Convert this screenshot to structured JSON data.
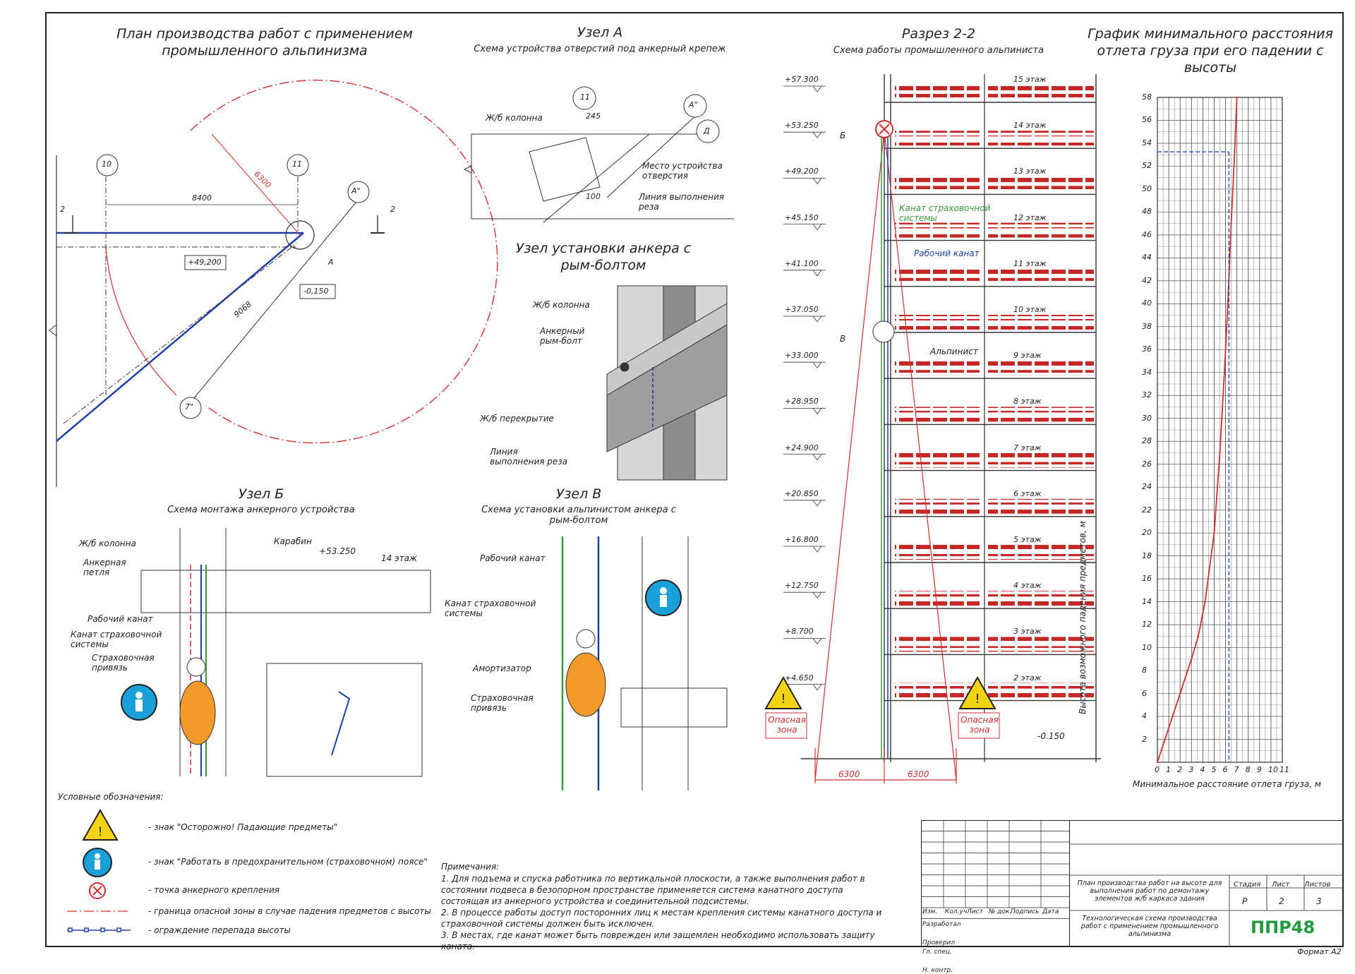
{
  "plan": {
    "title": "План производства работ с применением промышленного альпинизма",
    "axis_10": "10",
    "axis_11": "11",
    "axis_7": "7\"",
    "axis_A": "A\"",
    "label_A": "A",
    "cut": "2",
    "dim_8400": "8400",
    "dim_6300": "6300",
    "dim_9068": "9068",
    "level_top": "+49,200",
    "level_bottom": "-0,150"
  },
  "node_a": {
    "title": "Узел А",
    "subtitle": "Схема устройства отверстий под анкерный крепеж",
    "column": "Ж/б колонна",
    "axis_11": "11",
    "axis_A": "A\"",
    "axis_D": "Д",
    "dim_245": "245",
    "dim_100": "100",
    "hole_place": "Место устройства отверстия",
    "cut_line": "Линия выполнения реза"
  },
  "anchor_node": {
    "title": "Узел установки анкера с рым-болтом",
    "column": "Ж/б колонна",
    "anchor": "Анкерный рым-болт",
    "slab": "Ж/б перекрытие",
    "cut_line": "Линия выполнения реза"
  },
  "node_b": {
    "title": "Узел Б",
    "subtitle": "Схема монтажа анкерного устройства",
    "column": "Ж/б колонна",
    "carabiner": "Карабин",
    "loop": "Анкерная петля",
    "level": "+53.250",
    "floor": "14 этаж",
    "work_rope": "Рабочий канат",
    "safety_rope": "Канат страховочной системы",
    "harness": "Страховочная привязь"
  },
  "node_v": {
    "title": "Узел В",
    "subtitle": "Схема установки альпинистом анкера с рым-болтом",
    "work_rope": "Рабочий канат",
    "safety_rope": "Канат страховочной системы",
    "absorber": "Амортизатор",
    "harness": "Страховочная привязь"
  },
  "section": {
    "title": "Разрез 2-2",
    "subtitle": "Схема работы промышленного альпиниста",
    "levels": [
      "+57.300",
      "+53.250",
      "+49.200",
      "+45.150",
      "+41.100",
      "+37.050",
      "+33.000",
      "+28.950",
      "+24.900",
      "+20.850",
      "+16.800",
      "+12.750",
      "+8.700",
      "+4.650"
    ],
    "floors": [
      "15 этаж",
      "14 этаж",
      "13 этаж",
      "12 этаж",
      "11 этаж",
      "10 этаж",
      "9 этаж",
      "8 этаж",
      "7 этаж",
      "6 этаж",
      "5 этаж",
      "4 этаж",
      "3 этаж",
      "2 этаж"
    ],
    "mark_b": "Б",
    "mark_v": "В",
    "safety_rope": "Канат страховочной системы",
    "work_rope": "Рабочий канат",
    "climber": "Альпинист",
    "danger": "Опасная зона",
    "dim_left": "6300",
    "dim_right": "6300",
    "level_ground": "-0.150"
  },
  "chart_data": {
    "type": "line",
    "title": "График минимального расстояния отлета груза при его падении с высоты",
    "xlabel": "Минимальное расстояние отлета груза, м",
    "ylabel": "Высота возможного падения предметов, м",
    "xlim": [
      0,
      11
    ],
    "ylim": [
      0,
      58
    ],
    "x_ticks": [
      "0",
      "1",
      "2",
      "3",
      "4",
      "5",
      "6",
      "7",
      "8",
      "9",
      "10",
      "11"
    ],
    "y_ticks": [
      "2",
      "4",
      "6",
      "8",
      "10",
      "12",
      "14",
      "16",
      "18",
      "20",
      "22",
      "24",
      "26",
      "28",
      "30",
      "32",
      "34",
      "36",
      "38",
      "40",
      "42",
      "44",
      "46",
      "48",
      "50",
      "52",
      "54",
      "56",
      "58"
    ],
    "series": [
      {
        "points": [
          [
            0,
            0
          ],
          [
            1,
            3
          ],
          [
            2,
            6
          ],
          [
            3,
            9
          ],
          [
            3.6,
            11
          ],
          [
            4.2,
            14
          ],
          [
            5,
            20
          ],
          [
            5.5,
            27
          ],
          [
            5.9,
            34
          ],
          [
            6.2,
            40
          ],
          [
            6.5,
            47
          ],
          [
            6.8,
            53.25
          ],
          [
            7,
            58
          ]
        ]
      }
    ],
    "reference": {
      "x": 6.3,
      "y": 53.25
    },
    "grid": true,
    "color": "#d32f2f"
  },
  "legend": {
    "title": "Условные обозначения:",
    "items": [
      "- знак \"Осторожно! Падающие предметы\"",
      "- знак \"Работать в предохранительном (страховочном) поясе\"",
      "- точка анкерного крепления",
      "- граница опасной зоны в случае падения предметов с высоты",
      "- ограждение перепада высоты"
    ]
  },
  "notes": {
    "title": "Примечания:",
    "items": [
      "1. Для подъема и спуска работника по вертикальной плоскости, а также выполнения работ в состоянии подвеса в безопорном пространстве применяется система канатного доступа состоящая из анкерного устройства и соединительной подсистемы.",
      "2. В процессе работы доступ посторонних лиц к местам крепления системы канатного доступа и страховочной системы должен быть исключен.",
      "3. В местах, где канат может быть поврежден или защемлен необходимо использовать защиту каната."
    ]
  },
  "title_block": {
    "headers": [
      "Изм.",
      "Кол.уч",
      "Лист",
      "№ док.",
      "Подпись",
      "Дата"
    ],
    "roles": [
      "Разработал",
      "",
      "Проверил",
      "Гл. спец.",
      "",
      "Н. контр."
    ],
    "project": "План производства работ на высоте для выполнения работ по демонтажу элементов ж/б каркаса здания",
    "sheet_title": "Технологическая схема производства работ с применением промышленного альпинизма",
    "col_stage": "Стадия",
    "col_sheet": "Лист",
    "col_sheets": "Листов",
    "stage": "Р",
    "sheet": "2",
    "sheets": "3",
    "logo": "ППР48"
  },
  "format": "Формат А2",
  "colors": {
    "danger": "#d32f2f",
    "rope_blue": "#1e3fa8",
    "rope_green": "#3a9a3a",
    "sign_yellow": "#f4d313",
    "sign_blue": "#1aa0d8"
  }
}
